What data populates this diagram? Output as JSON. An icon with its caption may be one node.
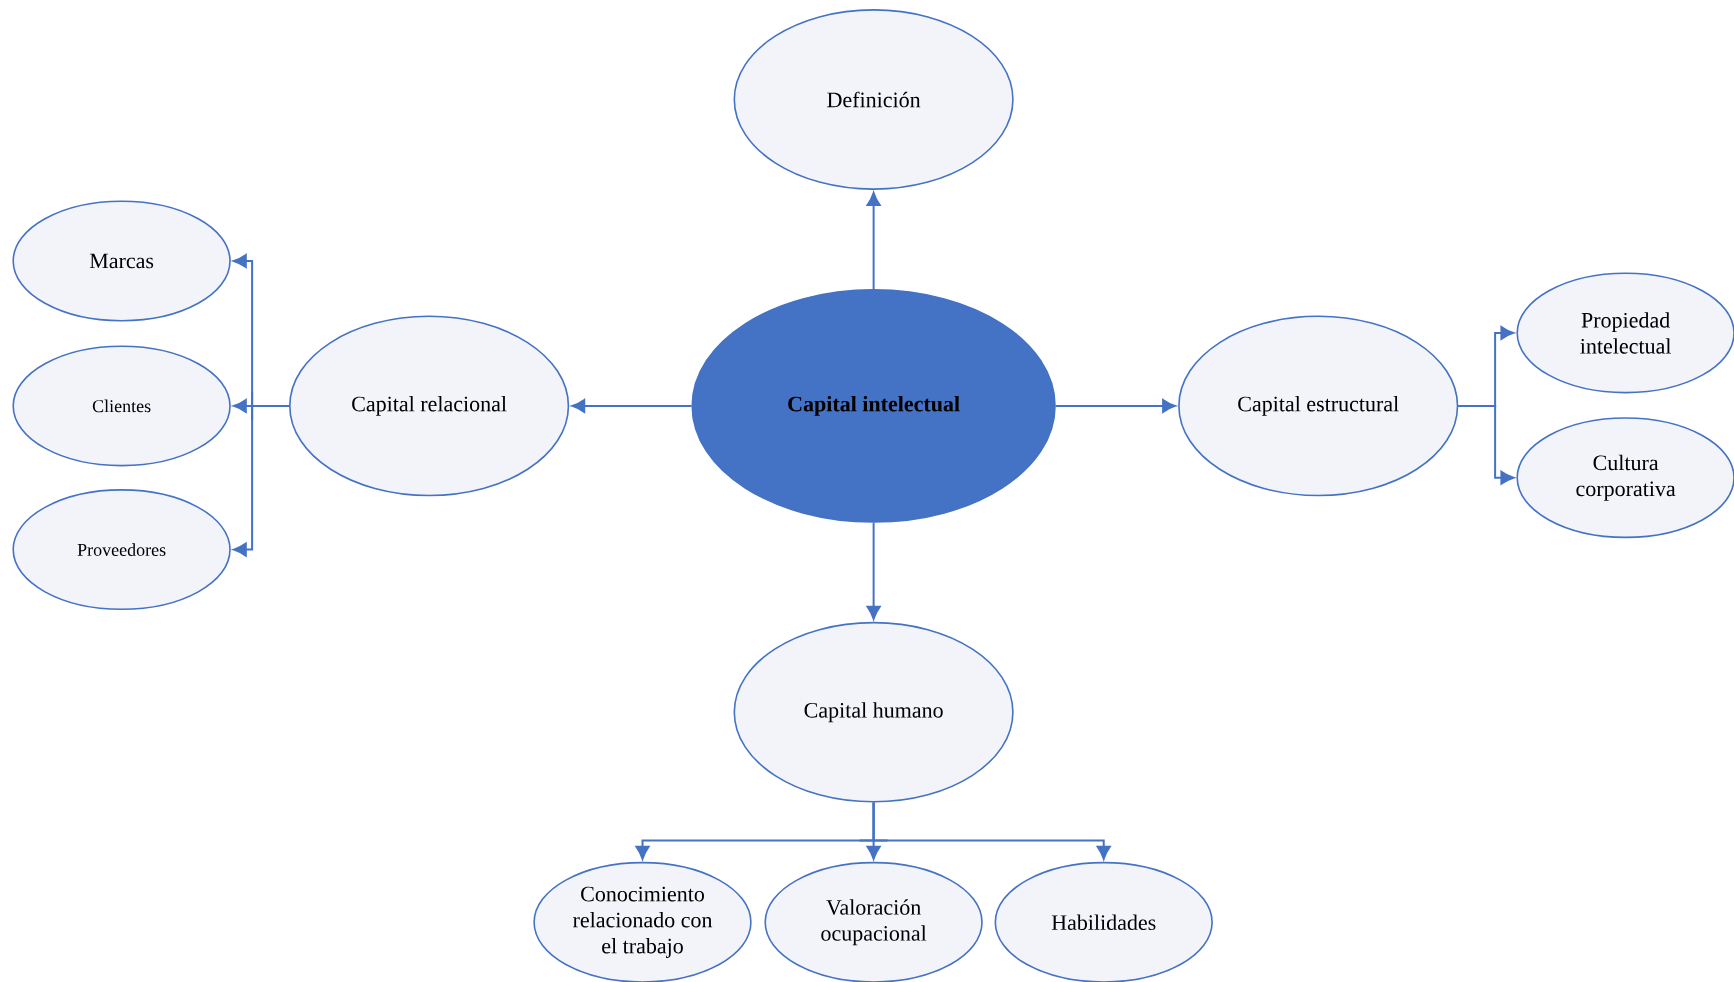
{
  "diagram": {
    "nodes": [
      {
        "text": [
          "Definición"
        ]
      },
      {
        "text": [
          "Marcas"
        ]
      },
      {
        "text": [
          "Capital relacional"
        ]
      },
      {
        "text": [
          "Clientes"
        ]
      },
      {
        "text": [
          "Proveedores"
        ]
      },
      {
        "text": [
          "Capital intelectual"
        ]
      },
      {
        "text": [
          "Capital estructural"
        ]
      },
      {
        "text": [
          "Propiedad intelectual"
        ]
      },
      {
        "text": [
          "Cultura corporativa"
        ]
      },
      {
        "text": [
          "Capital humano"
        ]
      },
      {
        "text": [
          "Conocimiento relacionado con el trabajo"
        ]
      },
      {
        "text": [
          "Valoración ocupacional"
        ]
      },
      {
        "text": [
          "Habilidades"
        ]
      }
    ],
    "edges": [
      {
        "from": 5,
        "to": 0,
        "arrow": "to"
      },
      {
        "from": 5,
        "to": 2,
        "arrow": "to"
      },
      {
        "from": 5,
        "to": 6,
        "arrow": "to"
      },
      {
        "from": 5,
        "to": 9,
        "arrow": "to"
      },
      {
        "from": 2,
        "to": 1,
        "arrow": "to"
      },
      {
        "from": 2,
        "to": 3,
        "arrow": "to"
      },
      {
        "from": 2,
        "to": 4,
        "arrow": "to"
      },
      {
        "from": 6,
        "to": 7,
        "arrow": "to"
      },
      {
        "from": 6,
        "to": 8,
        "arrow": "to"
      },
      {
        "from": 9,
        "to": 10,
        "arrow": "to"
      },
      {
        "from": 9,
        "to": 11,
        "arrow": "to"
      },
      {
        "from": 9,
        "to": 12,
        "arrow": "to"
      }
    ]
  }
}
